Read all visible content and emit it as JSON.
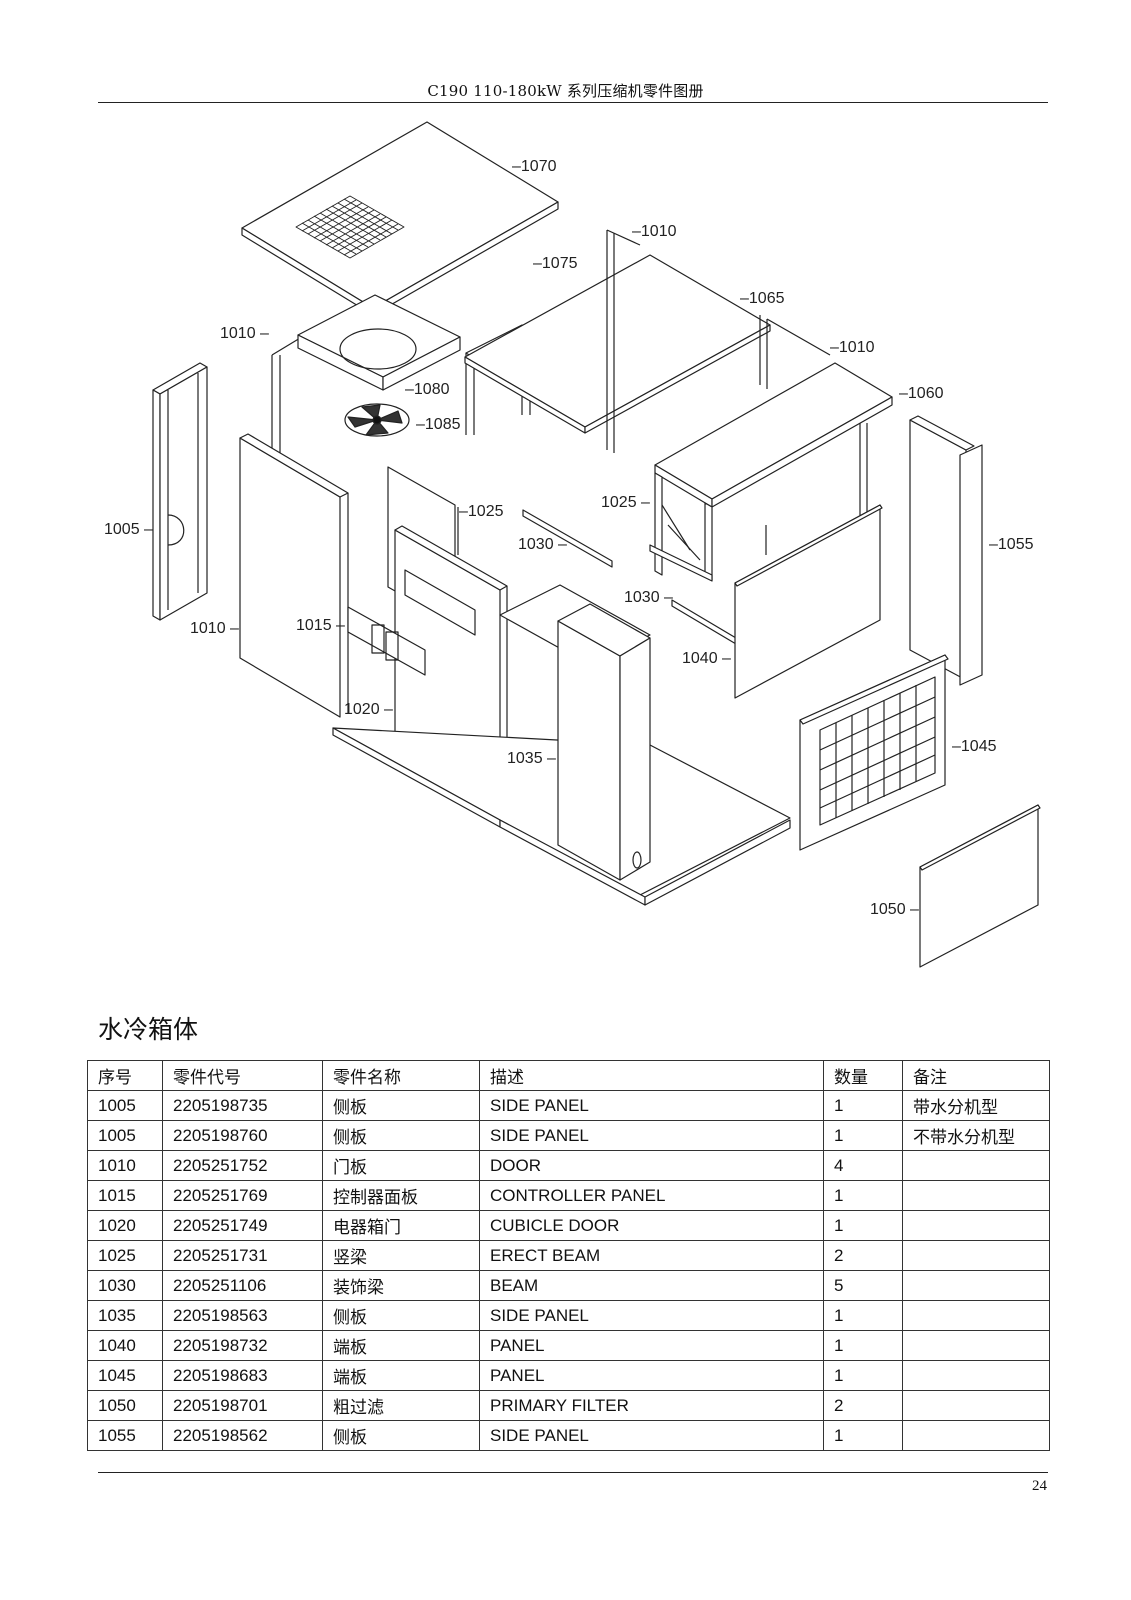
{
  "header": {
    "title": "C190 110-180kW  系列压缩机零件图册"
  },
  "diagram": {
    "callouts": [
      {
        "text": "–1070"
      },
      {
        "text": "–1075"
      },
      {
        "text": "–1010"
      },
      {
        "text": "–1065"
      },
      {
        "text": "–1010"
      },
      {
        "text": "1010 –"
      },
      {
        "text": "–1080"
      },
      {
        "text": "–1085"
      },
      {
        "text": "–1060"
      },
      {
        "text": "1005 –"
      },
      {
        "text": "–1025"
      },
      {
        "text": "1025 –"
      },
      {
        "text": "–1055"
      },
      {
        "text": "1030 –"
      },
      {
        "text": "1030 –"
      },
      {
        "text": "1010 –"
      },
      {
        "text": "1015 –"
      },
      {
        "text": "1040 –"
      },
      {
        "text": "1020 –"
      },
      {
        "text": "–1045"
      },
      {
        "text": "1035 –"
      },
      {
        "text": "1050 –"
      }
    ]
  },
  "section": {
    "title": "水冷箱体"
  },
  "table": {
    "headers": [
      "序号",
      "零件代号",
      "零件名称",
      "描述",
      "数量",
      "备注"
    ],
    "rows": [
      {
        "no": "1005",
        "code": "2205198735",
        "name": "侧板",
        "desc": "SIDE PANEL",
        "qty": "1",
        "note": "带水分机型"
      },
      {
        "no": "1005",
        "code": "2205198760",
        "name": "侧板",
        "desc": "SIDE PANEL",
        "qty": "1",
        "note": "不带水分机型"
      },
      {
        "no": "1010",
        "code": "2205251752",
        "name": "门板",
        "desc": "DOOR",
        "qty": "4",
        "note": ""
      },
      {
        "no": "1015",
        "code": "2205251769",
        "name": "控制器面板",
        "desc": "CONTROLLER PANEL",
        "qty": "1",
        "note": ""
      },
      {
        "no": "1020",
        "code": "2205251749",
        "name": "电器箱门",
        "desc": "CUBICLE DOOR",
        "qty": "1",
        "note": ""
      },
      {
        "no": "1025",
        "code": "2205251731",
        "name": "竖梁",
        "desc": "ERECT BEAM",
        "qty": "2",
        "note": ""
      },
      {
        "no": "1030",
        "code": "2205251106",
        "name": "装饰梁",
        "desc": "BEAM",
        "qty": "5",
        "note": ""
      },
      {
        "no": "1035",
        "code": "2205198563",
        "name": "侧板",
        "desc": "SIDE PANEL",
        "qty": "1",
        "note": ""
      },
      {
        "no": "1040",
        "code": "2205198732",
        "name": "端板",
        "desc": "PANEL",
        "qty": "1",
        "note": ""
      },
      {
        "no": "1045",
        "code": "2205198683",
        "name": "端板",
        "desc": "PANEL",
        "qty": "1",
        "note": ""
      },
      {
        "no": "1050",
        "code": "2205198701",
        "name": "粗过滤",
        "desc": "PRIMARY FILTER",
        "qty": "2",
        "note": ""
      },
      {
        "no": "1055",
        "code": "2205198562",
        "name": "侧板",
        "desc": "SIDE PANEL",
        "qty": "1",
        "note": ""
      }
    ]
  },
  "footer": {
    "page_number": "24"
  }
}
